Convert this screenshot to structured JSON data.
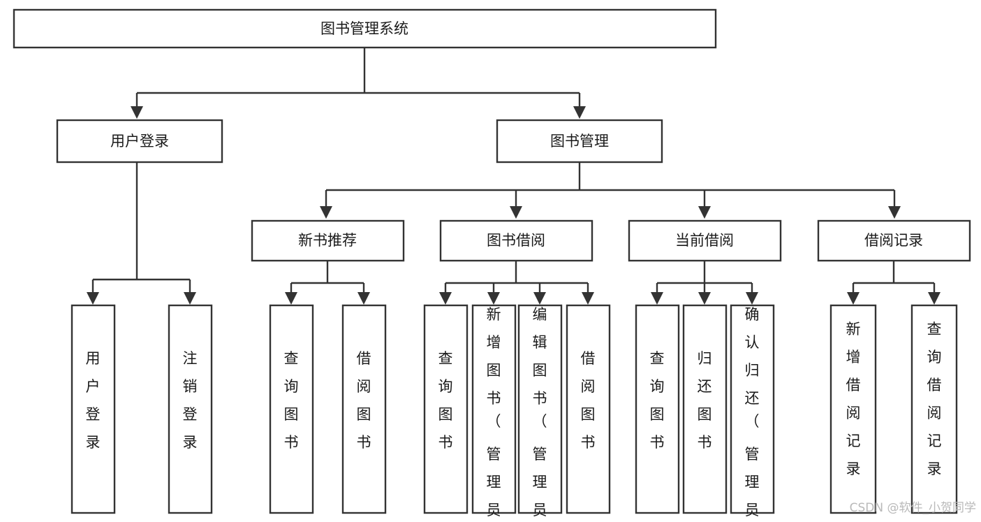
{
  "diagram": {
    "title": "图书管理系统",
    "type": "tree-hierarchy-chart",
    "root": {
      "label": "图书管理系统"
    },
    "level2": [
      {
        "label": "用户登录"
      },
      {
        "label": "图书管理"
      }
    ],
    "level3": [
      {
        "label": "新书推荐"
      },
      {
        "label": "图书借阅"
      },
      {
        "label": "当前借阅"
      },
      {
        "label": "借阅记录"
      }
    ],
    "leaves": {
      "user_login": [
        {
          "label": "用户登录"
        },
        {
          "label": "注销登录"
        }
      ],
      "new_book_recommend": [
        {
          "label": "查询图书"
        },
        {
          "label": "借阅图书"
        }
      ],
      "book_borrow": [
        {
          "label": "查询图书"
        },
        {
          "label": "新增图书（管理员）"
        },
        {
          "label": "编辑图书（管理员）"
        },
        {
          "label": "借阅图书"
        }
      ],
      "current_borrow": [
        {
          "label": "查询图书"
        },
        {
          "label": "归还图书"
        },
        {
          "label": "确认归还（管理员）"
        }
      ],
      "borrow_record": [
        {
          "label": "新增借阅记录"
        },
        {
          "label": "查询借阅记录"
        }
      ]
    },
    "watermark": "CSDN @软件_小贺同学",
    "colors": {
      "stroke": "#333333",
      "fill": "#ffffff",
      "text": "#1a1a1a",
      "watermark": "#b9b9b9"
    }
  }
}
